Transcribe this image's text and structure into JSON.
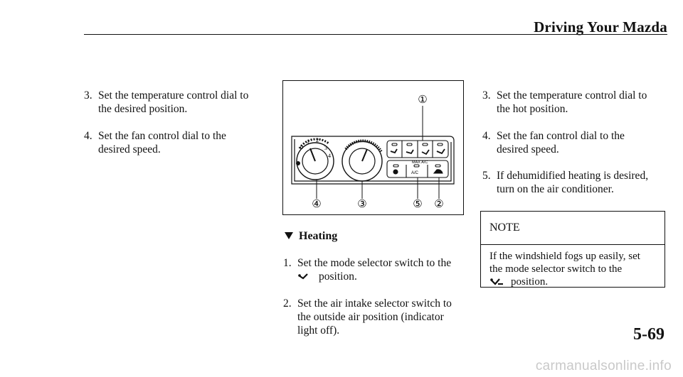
{
  "header": {
    "title": "Driving Your Mazda"
  },
  "left_column": [
    {
      "num": "3.",
      "lines": [
        "Set the temperature control dial to",
        "the desired position."
      ]
    },
    {
      "num": "4.",
      "lines": [
        "Set the fan control dial to the",
        "desired speed."
      ]
    }
  ],
  "figure": {
    "callouts": [
      "①",
      "④",
      "③",
      "⑤",
      "②"
    ],
    "temp_dial_numbers": [
      "0",
      "1",
      "2",
      "3",
      "4"
    ],
    "button_label_ac": "A/C",
    "button_label_max_ac": "MAX A/C",
    "icons": [
      "foot-vent-icon",
      "defrost-foot-icon",
      "rear-defrost-icon",
      "recirculation-icon"
    ]
  },
  "heating": {
    "heading": "Heating",
    "items": [
      {
        "num": "1.",
        "line1": "Set the mode selector switch to the",
        "line2": "position.",
        "icon": "foot-vent-icon"
      },
      {
        "num": "2.",
        "lines": [
          "Set the air intake selector switch to",
          "the outside air position (indicator",
          "light off)."
        ]
      }
    ]
  },
  "right_column": [
    {
      "num": "3.",
      "lines": [
        "Set the temperature control dial to",
        "the hot position."
      ]
    },
    {
      "num": "4.",
      "lines": [
        "Set the fan control dial to the",
        "desired speed."
      ]
    },
    {
      "num": "5.",
      "lines": [
        "If dehumidified heating is desired,",
        "turn on the air conditioner."
      ]
    }
  ],
  "note": {
    "label": "NOTE",
    "line1": "If the windshield fogs up easily, set",
    "line2": "the mode selector switch to the",
    "line3": "position.",
    "icon": "defrost-foot-icon"
  },
  "page_number": "5-69",
  "watermark": "carmanualsonline.info"
}
